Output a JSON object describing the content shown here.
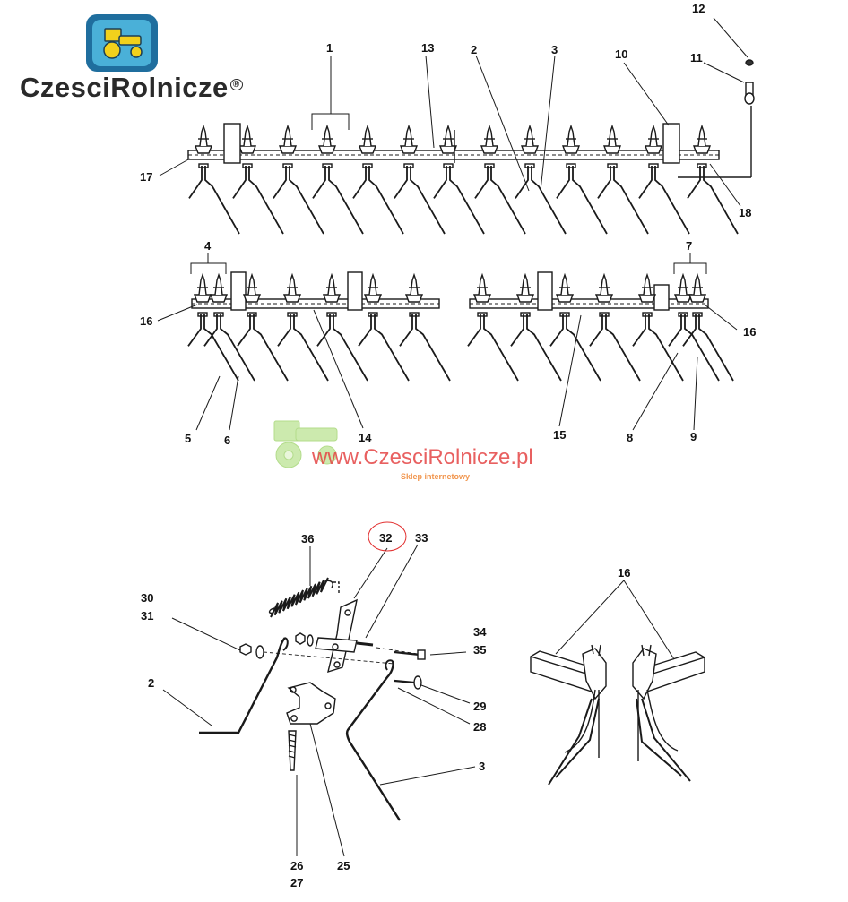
{
  "logo": {
    "wordmark": "CzesciRolnicze",
    "superscript": "®",
    "icon": "tractor-icon",
    "colors": {
      "frame": "#1f6e9e",
      "fill": "#4ab0d8",
      "tractor": "#f2d11c"
    }
  },
  "watermark": {
    "url": "www.CzesciRolnicze.pl",
    "tagline": "Sklep internetowy",
    "icon": "tractor-icon",
    "colors": {
      "tractor": "#b5e08a",
      "url": "#e54545",
      "tagline": "#f08a3a"
    }
  },
  "highlight": {
    "part": "32",
    "color": "#e23030"
  },
  "callouts": [
    {
      "id": "c1",
      "text": "1"
    },
    {
      "id": "c2",
      "text": "2"
    },
    {
      "id": "c3",
      "text": "3"
    },
    {
      "id": "c4",
      "text": "4"
    },
    {
      "id": "c5",
      "text": "5"
    },
    {
      "id": "c6",
      "text": "6"
    },
    {
      "id": "c7",
      "text": "7"
    },
    {
      "id": "c8",
      "text": "8"
    },
    {
      "id": "c9",
      "text": "9"
    },
    {
      "id": "c10",
      "text": "10"
    },
    {
      "id": "c11",
      "text": "11"
    },
    {
      "id": "c12",
      "text": "12"
    },
    {
      "id": "c13",
      "text": "13"
    },
    {
      "id": "c14",
      "text": "14"
    },
    {
      "id": "c15",
      "text": "15"
    },
    {
      "id": "c16a",
      "text": "16"
    },
    {
      "id": "c16b",
      "text": "16"
    },
    {
      "id": "c16c",
      "text": "16"
    },
    {
      "id": "c17",
      "text": "17"
    },
    {
      "id": "c18",
      "text": "18"
    },
    {
      "id": "c36",
      "text": "36"
    },
    {
      "id": "c32",
      "text": "32"
    },
    {
      "id": "c33",
      "text": "33"
    },
    {
      "id": "c30",
      "text": "30"
    },
    {
      "id": "c31",
      "text": "31"
    },
    {
      "id": "c34",
      "text": "34"
    },
    {
      "id": "c35",
      "text": "35"
    },
    {
      "id": "c2b",
      "text": "2"
    },
    {
      "id": "c29",
      "text": "29"
    },
    {
      "id": "c28",
      "text": "28"
    },
    {
      "id": "c3b",
      "text": "3"
    },
    {
      "id": "c26",
      "text": "26"
    },
    {
      "id": "c27",
      "text": "27"
    },
    {
      "id": "c25",
      "text": "25"
    }
  ]
}
